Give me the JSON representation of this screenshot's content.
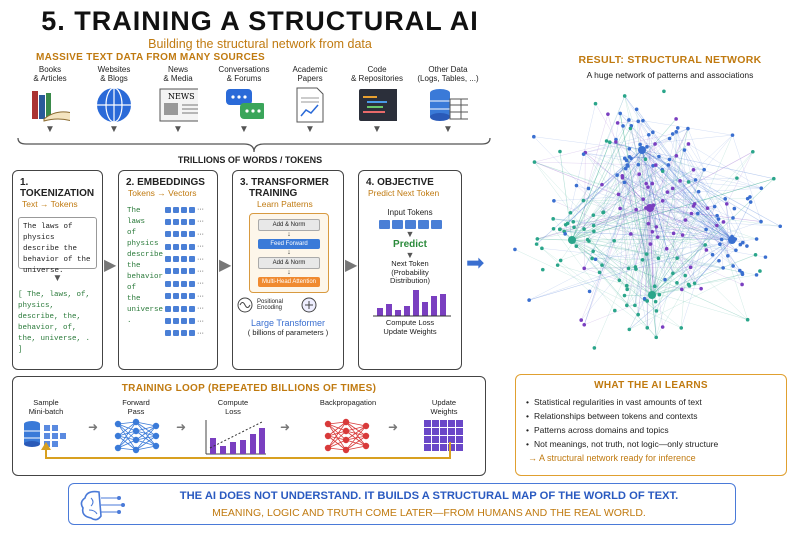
{
  "header": {
    "title": "5. TRAINING A STRUCTURAL AI",
    "subtitle": "Building the structural network from data"
  },
  "sources": {
    "heading": "MASSIVE TEXT DATA FROM MANY SOURCES",
    "items": [
      {
        "l1": "Books",
        "l2": "& Articles",
        "icon": "books-icon"
      },
      {
        "l1": "Websites",
        "l2": "& Blogs",
        "icon": "globe-icon"
      },
      {
        "l1": "News",
        "l2": "& Media",
        "icon": "newspaper-icon",
        "badge": "NEWS"
      },
      {
        "l1": "Conversations",
        "l2": "& Forums",
        "icon": "chat-bubbles-icon"
      },
      {
        "l1": "Academic",
        "l2": "Papers",
        "icon": "paper-icon"
      },
      {
        "l1": "Code",
        "l2": "& Repositories",
        "icon": "code-window-icon"
      },
      {
        "l1": "Other Data",
        "l2": "(Logs, Tables, ...)",
        "icon": "database-table-icon"
      }
    ],
    "footer": "TRILLIONS OF WORDS / TOKENS"
  },
  "steps": {
    "tokenization": {
      "title": "1. TOKENIZATION",
      "sub": "Text → Tokens",
      "text": "The laws of physics describe the behavior of the universe.",
      "tokens": "[ The, laws, of, physics, describe, the, behavior, of, the, universe, . ]"
    },
    "embeddings": {
      "title": "2. EMBEDDINGS",
      "sub": "Tokens → Vectors",
      "words": [
        "The",
        "laws",
        "of",
        "physics",
        "describe",
        "the",
        "behavior",
        "of",
        "the",
        "universe",
        "."
      ]
    },
    "transformer": {
      "title": "3. TRANSFORMER",
      "title2": "TRAINING",
      "sub": "Learn Patterns",
      "blocks": [
        "Add & Norm",
        "Feed Forward",
        "Add & Norm",
        "Multi-Head Attention"
      ],
      "posenc": "Positional Encoding",
      "large": "Large Transformer",
      "params": "( billions of parameters )"
    },
    "objective": {
      "title": "4. OBJECTIVE",
      "sub": "Predict Next Token",
      "input": "Input Tokens",
      "predict": "Predict",
      "next1": "Next Token",
      "next2": "(Probability",
      "next3": "Distribution)",
      "loss1": "Compute Loss",
      "loss2": "Update Weights"
    }
  },
  "loop": {
    "heading": "TRAINING LOOP (REPEATED BILLIONS OF TIMES)",
    "steps": [
      {
        "l1": "Sample",
        "l2": "Mini-batch"
      },
      {
        "l1": "Forward",
        "l2": "Pass"
      },
      {
        "l1": "Compute",
        "l2": "Loss"
      },
      {
        "l1": "Backpropagation",
        "l2": ""
      },
      {
        "l1": "Update",
        "l2": "Weights"
      }
    ]
  },
  "result": {
    "heading": "RESULT: STRUCTURAL NETWORK",
    "sub": "A huge network of patterns and associations"
  },
  "learns": {
    "heading": "WHAT THE AI LEARNS",
    "items": [
      "Statistical regularities in vast amounts of text",
      "Relationships between tokens and contexts",
      "Patterns across domains and topics",
      "Not meanings, not truth, not logic—only structure"
    ],
    "footer": "→ A structural network ready for inference"
  },
  "banner": {
    "line1": "THE AI DOES NOT UNDERSTAND. IT BUILDS A STRUCTURAL MAP OF THE WORLD OF TEXT.",
    "line2": "MEANING, LOGIC AND TRUTH COME LATER—FROM HUMANS AND THE REAL WORLD."
  },
  "colors": {
    "accent": "#c07a10",
    "blue": "#3a6fd0",
    "purple": "#7a3fc0",
    "green": "#2aa58a",
    "red": "#d83a3a"
  }
}
